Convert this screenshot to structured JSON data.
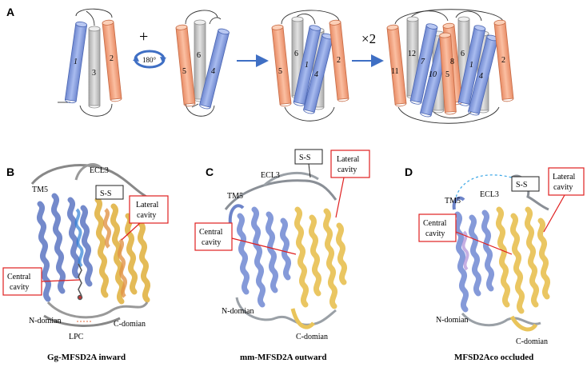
{
  "panels": {
    "A": {
      "letter": "A",
      "plus": "+",
      "rotation": "180°",
      "times": "×2",
      "helices": {
        "h1": "1",
        "h2": "2",
        "h3": "3",
        "h4": "4",
        "h5": "5",
        "h6": "6",
        "s3_1": "1",
        "s3_2": "2",
        "s3_4": "4",
        "s3_5": "5",
        "s3_6": "6",
        "s4_1": "1",
        "s4_2": "2",
        "s4_4": "4",
        "s4_5": "5",
        "s4_6": "6",
        "s4_7": "7",
        "s4_8": "8",
        "s4_10": "10",
        "s4_11": "11",
        "s4_12": "12"
      }
    },
    "B": {
      "letter": "B",
      "ecl3": "ECL3",
      "tm5": "TM5",
      "ss": "S-S",
      "lateral": [
        "Lateral",
        "cavity"
      ],
      "central": [
        "Central",
        "cavity"
      ],
      "ndomain": "N-domian",
      "cdomain": "C-domian",
      "lpc": "LPC",
      "caption": "Gg-MFSD2A inward"
    },
    "C": {
      "letter": "C",
      "ecl3": "ECL3",
      "tm5": "TM5",
      "ss": "S-S",
      "lateral": [
        "Lateral",
        "cavity"
      ],
      "central": [
        "Central",
        "cavity"
      ],
      "ndomain": "N-domian",
      "cdomain": "C-domian",
      "caption": "mm-MFSD2A outward"
    },
    "D": {
      "letter": "D",
      "ecl3": "ECL3",
      "tm5": "TM5",
      "ss": "S-S",
      "lateral": [
        "Lateral",
        "cavity"
      ],
      "central": [
        "Central",
        "cavity"
      ],
      "ndomain": "N-domian",
      "cdomain": "C-domian",
      "caption": "MFSD2Aco occluded"
    }
  },
  "colors": {
    "blue_helix": "#8aa4e0",
    "blue_helix_edge": "#4b66b3",
    "orange_helix": "#f6a07c",
    "orange_helix_edge": "#c76b45",
    "gray_helix": "#c8c8c8",
    "gray_helix_edge": "#8c8c8c",
    "arrow_blue": "#3f6fc4",
    "red_box": "#e02020",
    "ribbon_blue": "#7f95d8",
    "ribbon_yellow": "#e9c45a",
    "ribbon_orange": "#e7a14b",
    "ribbon_gray": "#bfc4c9",
    "dashed_blue": "#3aa6e6"
  }
}
